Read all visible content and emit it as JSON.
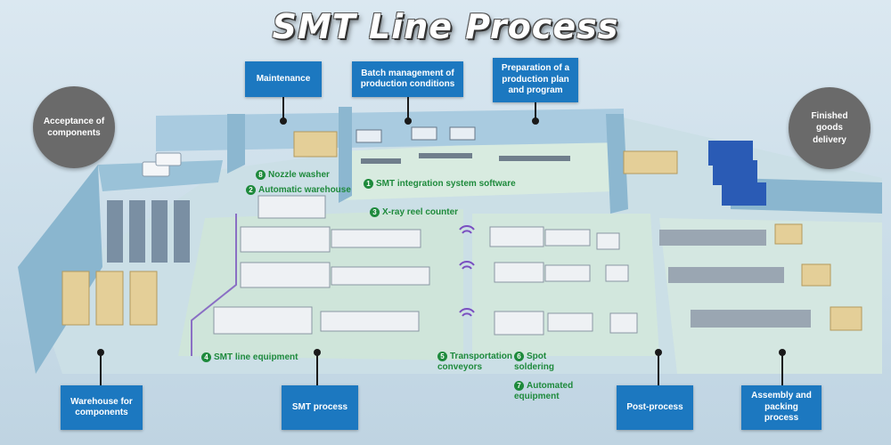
{
  "title": "SMT Line Process",
  "top_labels": {
    "maintenance": "Maintenance",
    "batch": "Batch management of production conditions",
    "preparation": "Preparation of a production plan and program"
  },
  "side_labels": {
    "acceptance": "Acceptance of components",
    "finished": "Finished goods delivery"
  },
  "bottom_labels": {
    "warehouse": "Warehouse for components",
    "smt_process": "SMT process",
    "post_process": "Post-process",
    "assembly": "Assembly and packing process"
  },
  "steps": [
    {
      "num": "8",
      "text": "Nozzle washer"
    },
    {
      "num": "2",
      "text": "Automatic warehouse"
    },
    {
      "num": "1",
      "text": "SMT integration system software"
    },
    {
      "num": "3",
      "text": "X-ray reel counter"
    },
    {
      "num": "4",
      "text": "SMT line equipment"
    },
    {
      "num": "5",
      "text": "Transportation conveyors"
    },
    {
      "num": "6",
      "text": "Spot soldering"
    },
    {
      "num": "7",
      "text": "Automated equipment"
    }
  ],
  "colors": {
    "box_blue": "#1c78c0",
    "circle_gray": "#6a6a6a",
    "step_green": "#1e8a3c",
    "wall": "#8fb9d0",
    "floor": "#cfe3d8"
  }
}
